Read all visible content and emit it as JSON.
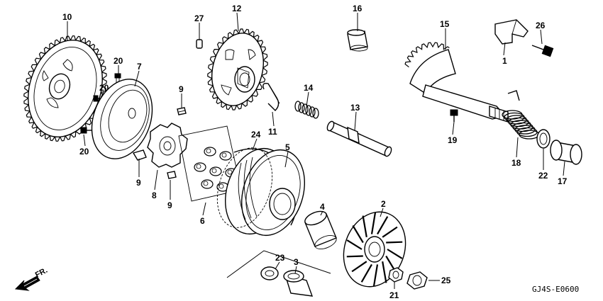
{
  "diagram": {
    "code": "GJ4S-E0600",
    "direction": "FR.",
    "callouts": [
      {
        "id": "c10",
        "text": "10"
      },
      {
        "id": "c20a",
        "text": "20"
      },
      {
        "id": "c20b",
        "text": "20"
      },
      {
        "id": "c20c",
        "text": "20"
      },
      {
        "id": "c7",
        "text": "7"
      },
      {
        "id": "c27",
        "text": "27"
      },
      {
        "id": "c12",
        "text": "12"
      },
      {
        "id": "c9a",
        "text": "9"
      },
      {
        "id": "c9b",
        "text": "9"
      },
      {
        "id": "c9c",
        "text": "9"
      },
      {
        "id": "c8",
        "text": "8"
      },
      {
        "id": "c6",
        "text": "6"
      },
      {
        "id": "c24",
        "text": "24"
      },
      {
        "id": "c5",
        "text": "5"
      },
      {
        "id": "c11",
        "text": "11"
      },
      {
        "id": "c14",
        "text": "14"
      },
      {
        "id": "c13",
        "text": "13"
      },
      {
        "id": "c16",
        "text": "16"
      },
      {
        "id": "c15",
        "text": "15"
      },
      {
        "id": "c1",
        "text": "1"
      },
      {
        "id": "c26",
        "text": "26"
      },
      {
        "id": "c19",
        "text": "19"
      },
      {
        "id": "c18",
        "text": "18"
      },
      {
        "id": "c22",
        "text": "22"
      },
      {
        "id": "c17",
        "text": "17"
      },
      {
        "id": "c4",
        "text": "4"
      },
      {
        "id": "c2",
        "text": "2"
      },
      {
        "id": "c23",
        "text": "23"
      },
      {
        "id": "c3",
        "text": "3"
      },
      {
        "id": "c21",
        "text": "21"
      },
      {
        "id": "c25",
        "text": "25"
      }
    ]
  }
}
